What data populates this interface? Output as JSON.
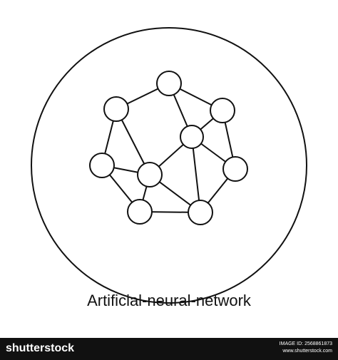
{
  "illustration": {
    "caption": "Artificial-neural-network",
    "icon": "artificial-neural-network-icon"
  },
  "footer": {
    "brand": "shutterstock",
    "image_id": "IMAGE ID: 2568861873",
    "site": "www.shutterstock.com"
  },
  "colors": {
    "stroke": "#111111",
    "background": "#ffffff",
    "footer_bg": "#111111"
  }
}
